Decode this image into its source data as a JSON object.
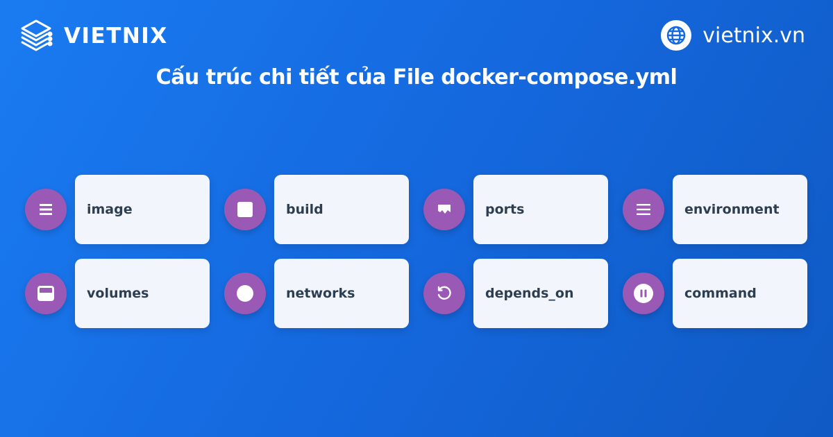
{
  "brand": {
    "logo_text": "VIETNIX",
    "logo_icon": "server-stack-icon",
    "website": "vietnix.vn",
    "website_icon": "globe-icon"
  },
  "title": "Cấu trúc chi tiết của File docker-compose.yml",
  "colors": {
    "background_start": "#1a7bf1",
    "background_end": "#0f5ac4",
    "icon_circle": "#9b59b6",
    "card_bg": "#f2f6fc",
    "card_text": "#2c3e50"
  },
  "items": [
    {
      "label": "image",
      "icon": "list-icon"
    },
    {
      "label": "build",
      "icon": "square-icon"
    },
    {
      "label": "ports",
      "icon": "banner-icon"
    },
    {
      "label": "environment",
      "icon": "menu-icon"
    },
    {
      "label": "volumes",
      "icon": "panel-icon"
    },
    {
      "label": "networks",
      "icon": "circle-icon"
    },
    {
      "label": "depends_on",
      "icon": "rotate-ccw-icon"
    },
    {
      "label": "command",
      "icon": "pause-circle-icon"
    }
  ]
}
